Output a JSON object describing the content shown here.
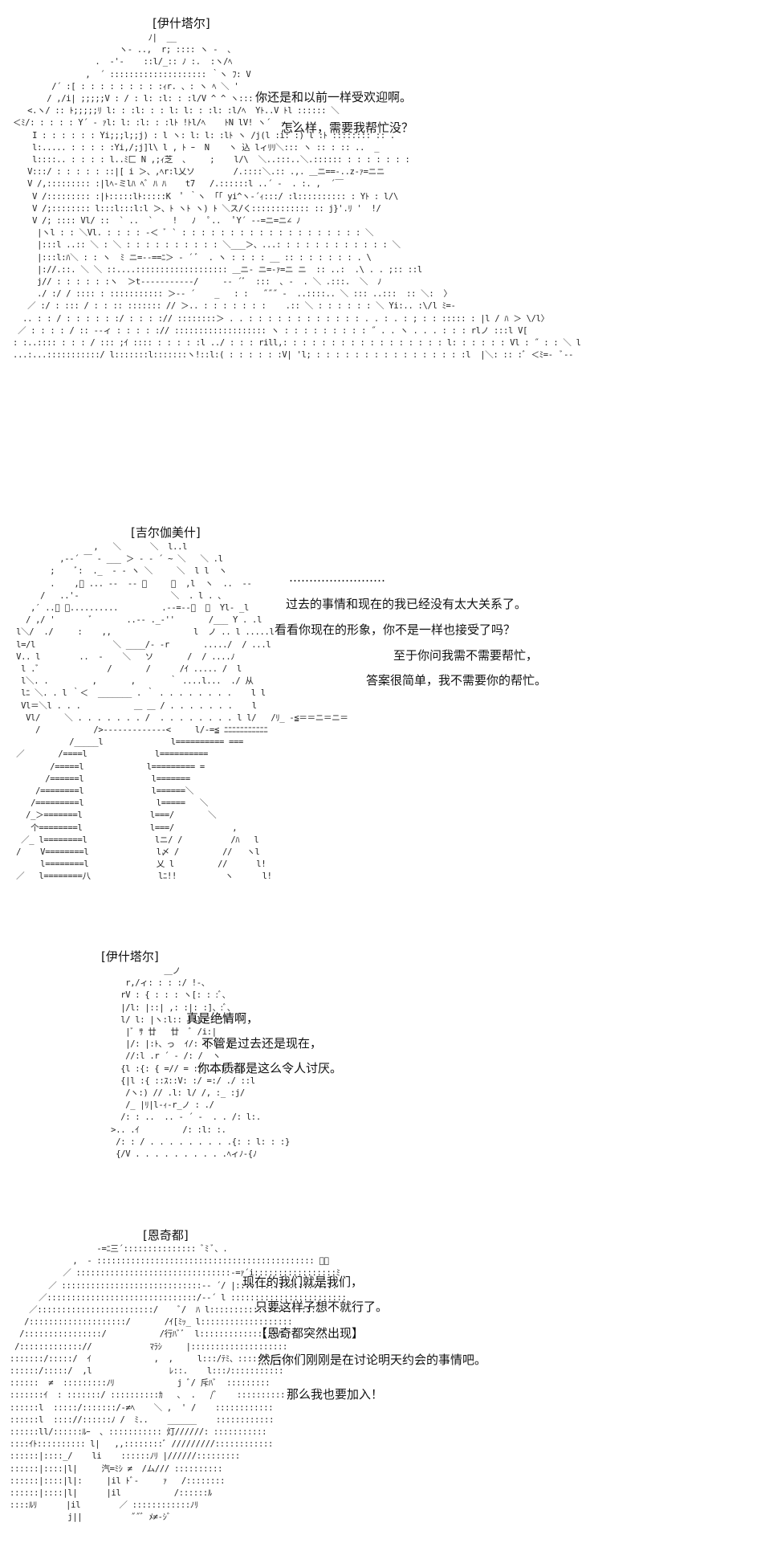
{
  "panels": [
    {
      "speaker": "[伊什塔尔]",
      "lines": [
        "你还是和以前一样受欢迎啊。",
        "怎么样，需要我帮忙没？"
      ]
    },
    {
      "speaker": "[吉尔伽美什]",
      "lines": [
        "……………………",
        "过去的事情和现在的我已经没有太大关系了。",
        "看看你现在的形象，你不是一样也接受了吗？",
        "至于你问我需不需要帮忙，",
        "答案很简单，我不需要你的帮忙。"
      ]
    },
    {
      "speaker": "[伊什塔尔]",
      "lines": [
        "真是绝情啊，",
        "不管是过去还是现在，",
        "你本质都是这么令人讨厌。"
      ]
    },
    {
      "speaker": "[恩奇都]",
      "lines": [
        "现在的我们就是我们，",
        "只要这样子想不就行了。",
        "【恩奇都突然出现】",
        "然后你们刚刚是在讨论明天约会的事情吧。",
        "那么我也要加入！"
      ]
    }
  ]
}
